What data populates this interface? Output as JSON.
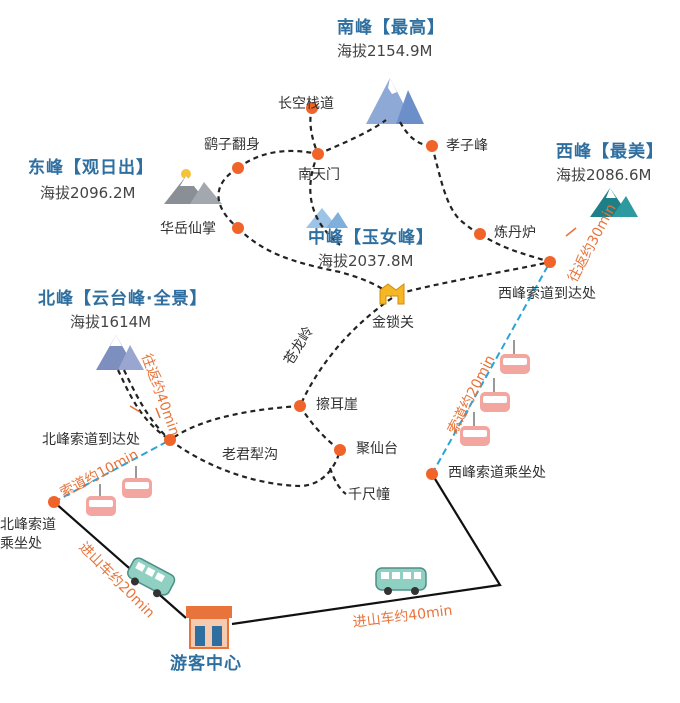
{
  "peaks": {
    "south": {
      "name": "南峰【最高】",
      "altitude": "海拔2154.9M"
    },
    "east": {
      "name": "东峰【观日出】",
      "altitude": "海拔2096.2M"
    },
    "west": {
      "name": "西峰【最美】",
      "altitude": "海拔2086.6M"
    },
    "middle": {
      "name": "中峰【玉女峰】",
      "altitude": "海拔2037.8M"
    },
    "north": {
      "name": "北峰【云台峰·全景】",
      "altitude": "海拔1614M"
    }
  },
  "spots": {
    "changkong": "长空栈道",
    "yaozi": "鹞子翻身",
    "nantianmen": "南天门",
    "xiaozi": "孝子峰",
    "huayue": "华岳仙掌",
    "liandan": "炼丹炉",
    "jinsuo": "金锁关",
    "canglong": "苍龙岭",
    "caer": "擦耳崖",
    "juxian": "聚仙台",
    "laojun": "老君犁沟",
    "qianchi": "千尺幢",
    "north_arrive": "北峰索道到达处",
    "north_board": "北峰索道\n乘坐处",
    "west_arrive": "西峰索道到达处",
    "west_board": "西峰索道乘坐处"
  },
  "notes": {
    "north_round": "往返约40min",
    "north_cable": "索道约10min",
    "west_round": "往返约30min",
    "west_cable": "索道约20min",
    "bus_north": "进山车约20min",
    "bus_west": "进山车约40min"
  },
  "visitor_center": "游客中心",
  "colors": {
    "marker": "#f0642a",
    "peak_name": "#2f6fa0",
    "note": "#e8743b",
    "cable": "#2aa3d8",
    "trail": "#222222"
  }
}
